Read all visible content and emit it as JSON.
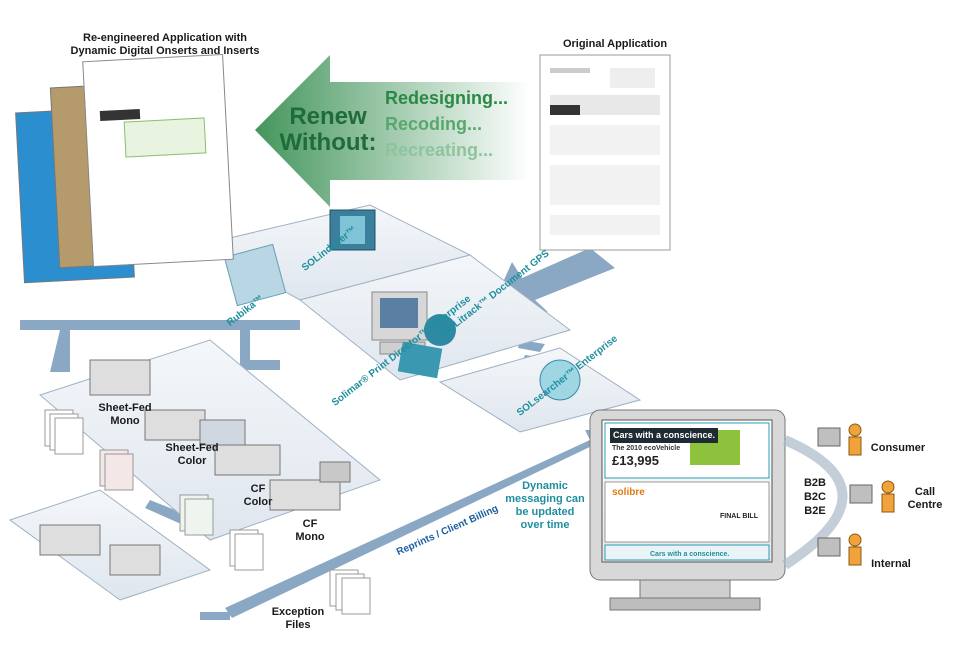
{
  "labels": {
    "reengineered_title": "Re-engineered Application with Dynamic Digital Onserts and Inserts",
    "original_title": "Original Application",
    "renew_without": "Renew Without:",
    "redesigning": "Redesigning...",
    "recoding": "Recoding...",
    "recreating": "Recreating...",
    "solindexer": "SOLindexer™",
    "rubika": "Rubika™",
    "solitrack": "SOLitrack™ Document GPS",
    "solimar": "Solimar® Print Director™ Enterprise",
    "solsearcher": "SOLsearcher™ Enterprise",
    "sheetfed_mono": "Sheet-Fed Mono",
    "sheetfed_color": "Sheet-Fed Color",
    "cf_color": "CF Color",
    "cf_mono": "CF Mono",
    "reprints": "Reprints / Client Billing",
    "exception_files": "Exception Files",
    "dynamic_messaging": "Dynamic messaging can be updated over time",
    "consumer": "Consumer",
    "call_centre": "Call Centre",
    "internal": "Internal",
    "b2b": "B2B",
    "b2c": "B2C",
    "b2e": "B2E"
  },
  "screen": {
    "ad_headline": "Cars with a conscience.",
    "ad_sub": "The 2010 ecoVehicle",
    "ad_price": "£13,995",
    "brand": "solibre",
    "final_bill": "FINAL BILL",
    "bottom_ad": "Cars with a conscience."
  },
  "colors": {
    "accent_teal": "#1f8f9e",
    "arrow_green": "#2f8a4a",
    "arrow_blue": "#8aa8c4",
    "platform": "#e9eef3"
  }
}
